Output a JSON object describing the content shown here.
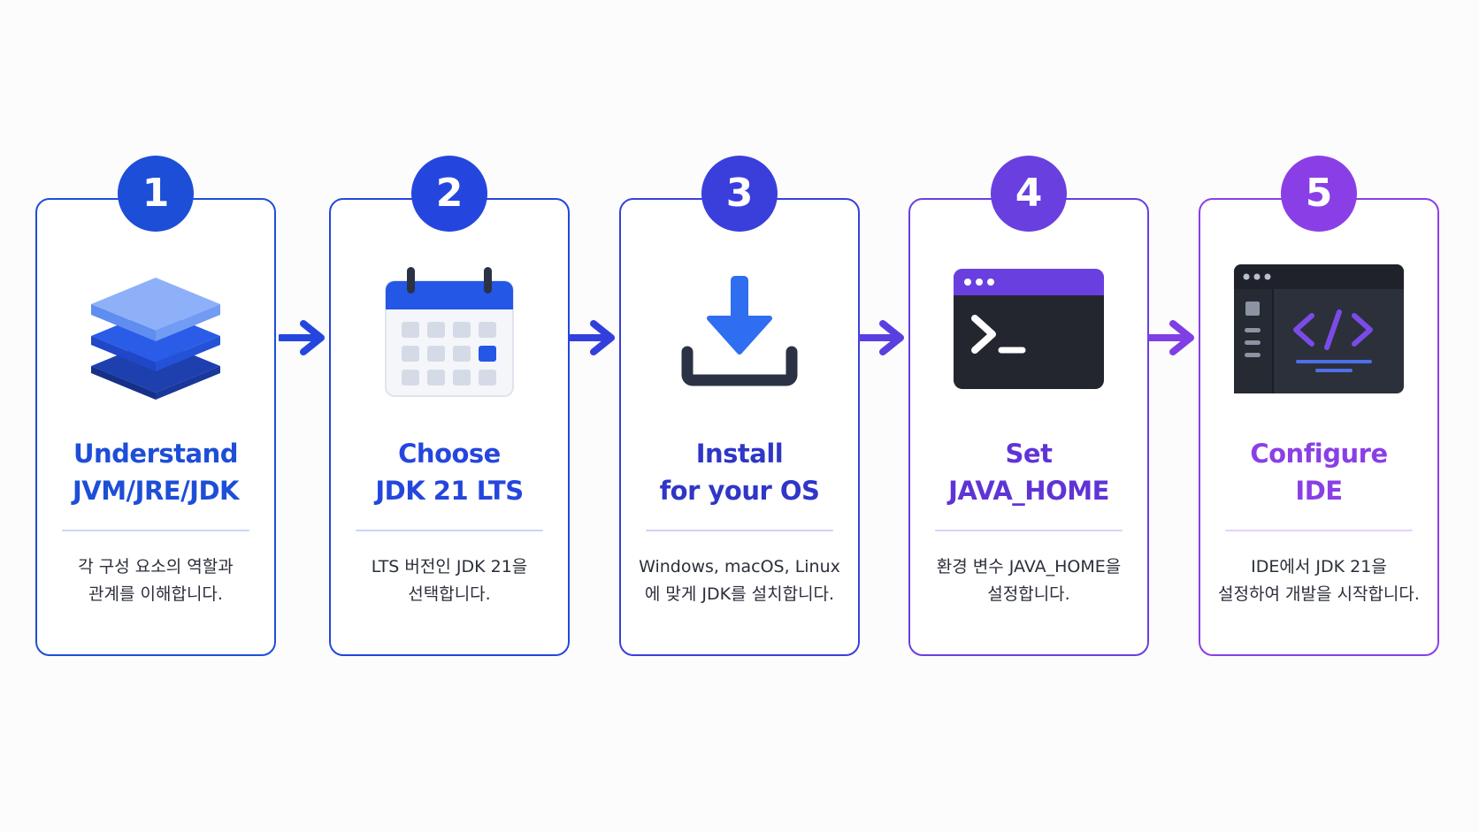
{
  "colors": {
    "step1": "#1d4ed8",
    "step2": "#2546de",
    "step3": "#3a3fdc",
    "step4": "#6a3fe0",
    "step5": "#8a3fe6"
  },
  "steps": [
    {
      "number": "1",
      "icon": "layers-icon",
      "title_line1": "Understand",
      "title_line2": "JVM/JRE/JDK",
      "desc_line1": "각 구성 요소의 역할과",
      "desc_line2": "관계를 이해합니다."
    },
    {
      "number": "2",
      "icon": "calendar-icon",
      "title_line1": "Choose",
      "title_line2": "JDK 21 LTS",
      "desc_line1": "LTS 버전인 JDK 21을",
      "desc_line2": "선택합니다."
    },
    {
      "number": "3",
      "icon": "download-icon",
      "title_line1": "Install",
      "title_line2": "for your OS",
      "desc_line1": "Windows, macOS, Linux",
      "desc_line2": "에 맞게 JDK를 설치합니다."
    },
    {
      "number": "4",
      "icon": "terminal-icon",
      "title_line1": "Set",
      "title_line2": "JAVA_HOME",
      "desc_line1": "환경 변수 JAVA_HOME을",
      "desc_line2": "설정합니다."
    },
    {
      "number": "5",
      "icon": "ide-code-icon",
      "title_line1": "Configure",
      "title_line2": "IDE",
      "desc_line1": "IDE에서 JDK 21을",
      "desc_line2": "설정하여 개발을 시작합니다."
    }
  ]
}
